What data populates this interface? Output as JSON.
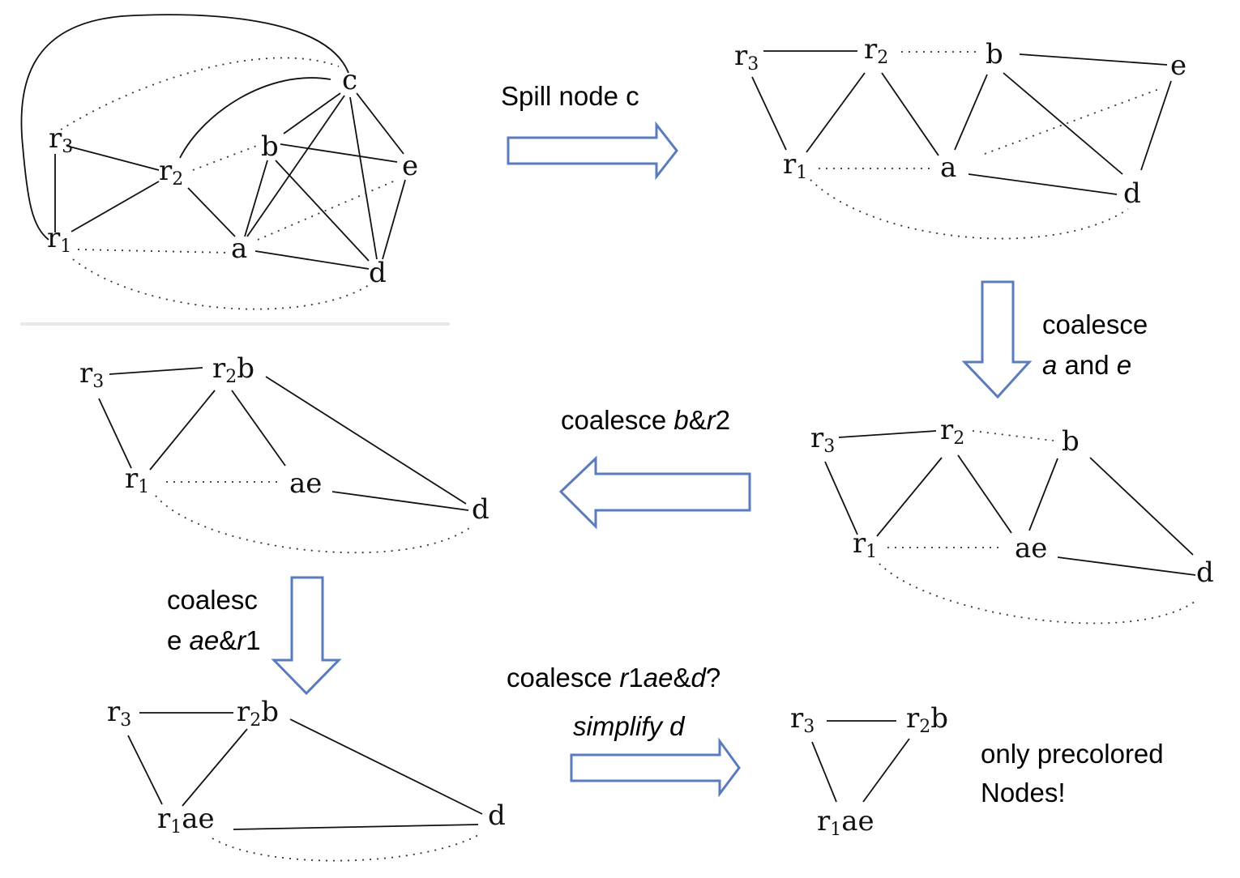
{
  "nodes": {
    "r1": "r",
    "r1_sub": "1",
    "r2": "r",
    "r2_sub": "2",
    "r3": "r",
    "r3_sub": "3",
    "a": "a",
    "b": "b",
    "c": "c",
    "d": "d",
    "e": "e",
    "ae": "ae",
    "r2b_suffix": "b",
    "r1ae_suffix": "ae"
  },
  "captions": {
    "spill": "Spill node c",
    "coalesce_ae_line1": "coalesce",
    "coalesce_ae_a": "a",
    "coalesce_ae_and": " and ",
    "coalesce_ae_e": "e",
    "coalesce_br2_prefix": "coalesce ",
    "coalesce_br2_b": "b",
    "coalesce_br2_amp": "&",
    "coalesce_br2_r": "r",
    "coalesce_br2_2": "2",
    "coalesce_aer1_line1": "coalesc",
    "coalesce_aer1_e": "e ",
    "coalesce_aer1_ae": "ae",
    "coalesce_aer1_amp": "&",
    "coalesce_aer1_r": "r",
    "coalesce_aer1_1": "1",
    "coalesce_r1aed_prefix": "coalesce ",
    "coalesce_r1aed_r": "r",
    "coalesce_r1aed_1": "1",
    "coalesce_r1aed_ae": "ae",
    "coalesce_r1aed_amp": "&",
    "coalesce_r1aed_d": "d",
    "coalesce_r1aed_q": "?",
    "simplify": "simplify d",
    "final_line1": "only precolored",
    "final_line2": "Nodes!"
  },
  "colors": {
    "arrow_stroke": "#5b7bbf",
    "edge": "#111111"
  }
}
